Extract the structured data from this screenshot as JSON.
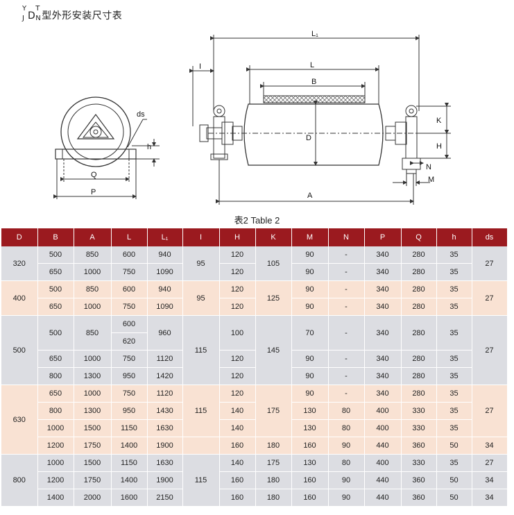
{
  "title": {
    "prefix": "D",
    "sup_top": "Y",
    "sub_left": "J",
    "sup_right": "T",
    "sub_right": "N",
    "text": "型外形安装尺寸表"
  },
  "drawing_labels": {
    "ds": "ds",
    "h": "h",
    "Q": "Q",
    "P": "P",
    "L1": "L₁",
    "I": "I",
    "L": "L",
    "B": "B",
    "D": "D",
    "K": "K",
    "H": "H",
    "N": "N",
    "M": "M",
    "A": "A"
  },
  "caption": "表2  Table 2",
  "table": {
    "headers": [
      "D",
      "B",
      "A",
      "L",
      "L₁",
      "I",
      "H",
      "K",
      "M",
      "N",
      "P",
      "Q",
      "h",
      "ds"
    ],
    "groups": [
      {
        "D": "320",
        "I": "95",
        "K": "105",
        "ds": "27",
        "shade": "g",
        "rows": [
          {
            "B": "500",
            "A": "850",
            "L": "600",
            "L1": "940",
            "H": "120",
            "M": "90",
            "N": "-",
            "P": "340",
            "Q": "280",
            "h": "35"
          },
          {
            "B": "650",
            "A": "1000",
            "L": "750",
            "L1": "1090",
            "H": "120",
            "M": "90",
            "N": "-",
            "P": "340",
            "Q": "280",
            "h": "35"
          }
        ]
      },
      {
        "D": "400",
        "I": "95",
        "K": "125",
        "ds": "27",
        "shade": "p",
        "rows": [
          {
            "B": "500",
            "A": "850",
            "L": "600",
            "L1": "940",
            "H": "120",
            "M": "90",
            "N": "-",
            "P": "340",
            "Q": "280",
            "h": "35"
          },
          {
            "B": "650",
            "A": "1000",
            "L": "750",
            "L1": "1090",
            "H": "120",
            "M": "90",
            "N": "-",
            "P": "340",
            "Q": "280",
            "h": "35"
          }
        ]
      },
      {
        "D": "500",
        "I": "115",
        "K": "145",
        "ds": "27",
        "shade": "g",
        "rows": [
          {
            "B": "500",
            "A": "850",
            "L": "600",
            "L_extra": "620",
            "L1": "960",
            "H": "100",
            "M": "70",
            "N": "-",
            "P": "340",
            "Q": "280",
            "h": "35"
          },
          {
            "B": "650",
            "A": "1000",
            "L": "750",
            "L1": "1120",
            "H": "120",
            "M": "90",
            "N": "-",
            "P": "340",
            "Q": "280",
            "h": "35"
          },
          {
            "B": "800",
            "A": "1300",
            "L": "950",
            "L1": "1420",
            "H": "120",
            "M": "90",
            "N": "-",
            "P": "340",
            "Q": "280",
            "h": "35"
          }
        ]
      },
      {
        "D": "630",
        "I": "115",
        "ds": "27",
        "shade": "p",
        "rows": [
          {
            "B": "650",
            "A": "1000",
            "L": "750",
            "L1": "1120",
            "H": "120",
            "M": "90",
            "N": "-",
            "P": "340",
            "Q": "280",
            "h": "35"
          },
          {
            "B": "800",
            "A": "1300",
            "L": "950",
            "L1": "1430",
            "H": "140",
            "K": "175",
            "M": "130",
            "N": "80",
            "P": "400",
            "Q": "330",
            "h": "35"
          },
          {
            "B": "1000",
            "A": "1500",
            "L": "1150",
            "L1": "1630",
            "H": "140",
            "M": "130",
            "N": "80",
            "P": "400",
            "Q": "330",
            "h": "35"
          },
          {
            "B": "1200",
            "A": "1750",
            "L": "1400",
            "L1": "1900",
            "H": "160",
            "K": "180",
            "M": "160",
            "N": "90",
            "P": "440",
            "Q": "360",
            "h": "50",
            "ds": "34"
          }
        ]
      },
      {
        "D": "800",
        "I": "115",
        "shade": "g",
        "rows": [
          {
            "B": "1000",
            "A": "1500",
            "L": "1150",
            "L1": "1630",
            "H": "140",
            "K": "175",
            "M": "130",
            "N": "80",
            "P": "400",
            "Q": "330",
            "h": "35",
            "ds": "27"
          },
          {
            "B": "1200",
            "A": "1750",
            "L": "1400",
            "L1": "1900",
            "H": "160",
            "K": "180",
            "M": "160",
            "N": "90",
            "P": "440",
            "Q": "360",
            "h": "50",
            "ds": "34"
          },
          {
            "B": "1400",
            "A": "2000",
            "L": "1600",
            "L1": "2150",
            "H": "160",
            "K": "180",
            "M": "160",
            "N": "90",
            "P": "440",
            "Q": "360",
            "h": "50",
            "ds": "34"
          }
        ]
      }
    ]
  }
}
